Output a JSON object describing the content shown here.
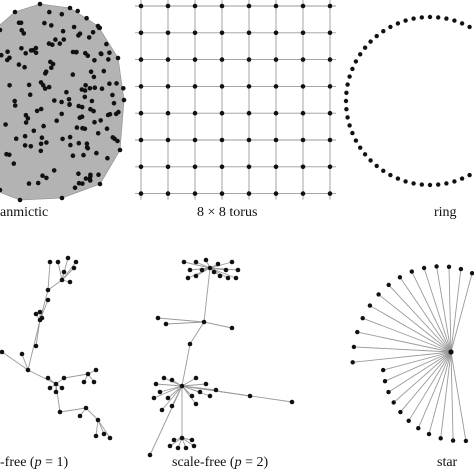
{
  "figure": {
    "panels": [
      {
        "id": "panmictic",
        "label": "anmictic"
      },
      {
        "id": "torus",
        "label": "8 × 8 torus"
      },
      {
        "id": "ring",
        "label": "ring"
      },
      {
        "id": "scale-free-1",
        "label_prefix": "-free (",
        "label_var": "p",
        "label_suffix": " = 1)"
      },
      {
        "id": "scale-free-2",
        "label_prefix": "scale-free (",
        "label_var": "p",
        "label_suffix": " = 2)"
      },
      {
        "id": "star",
        "label": "star"
      }
    ],
    "colors": {
      "node": "#111111",
      "edge": "#9a9a9a",
      "fill": "#b3b3b3"
    },
    "torus_size": 8,
    "ring_nodes": 64,
    "star_leaves": 42
  }
}
